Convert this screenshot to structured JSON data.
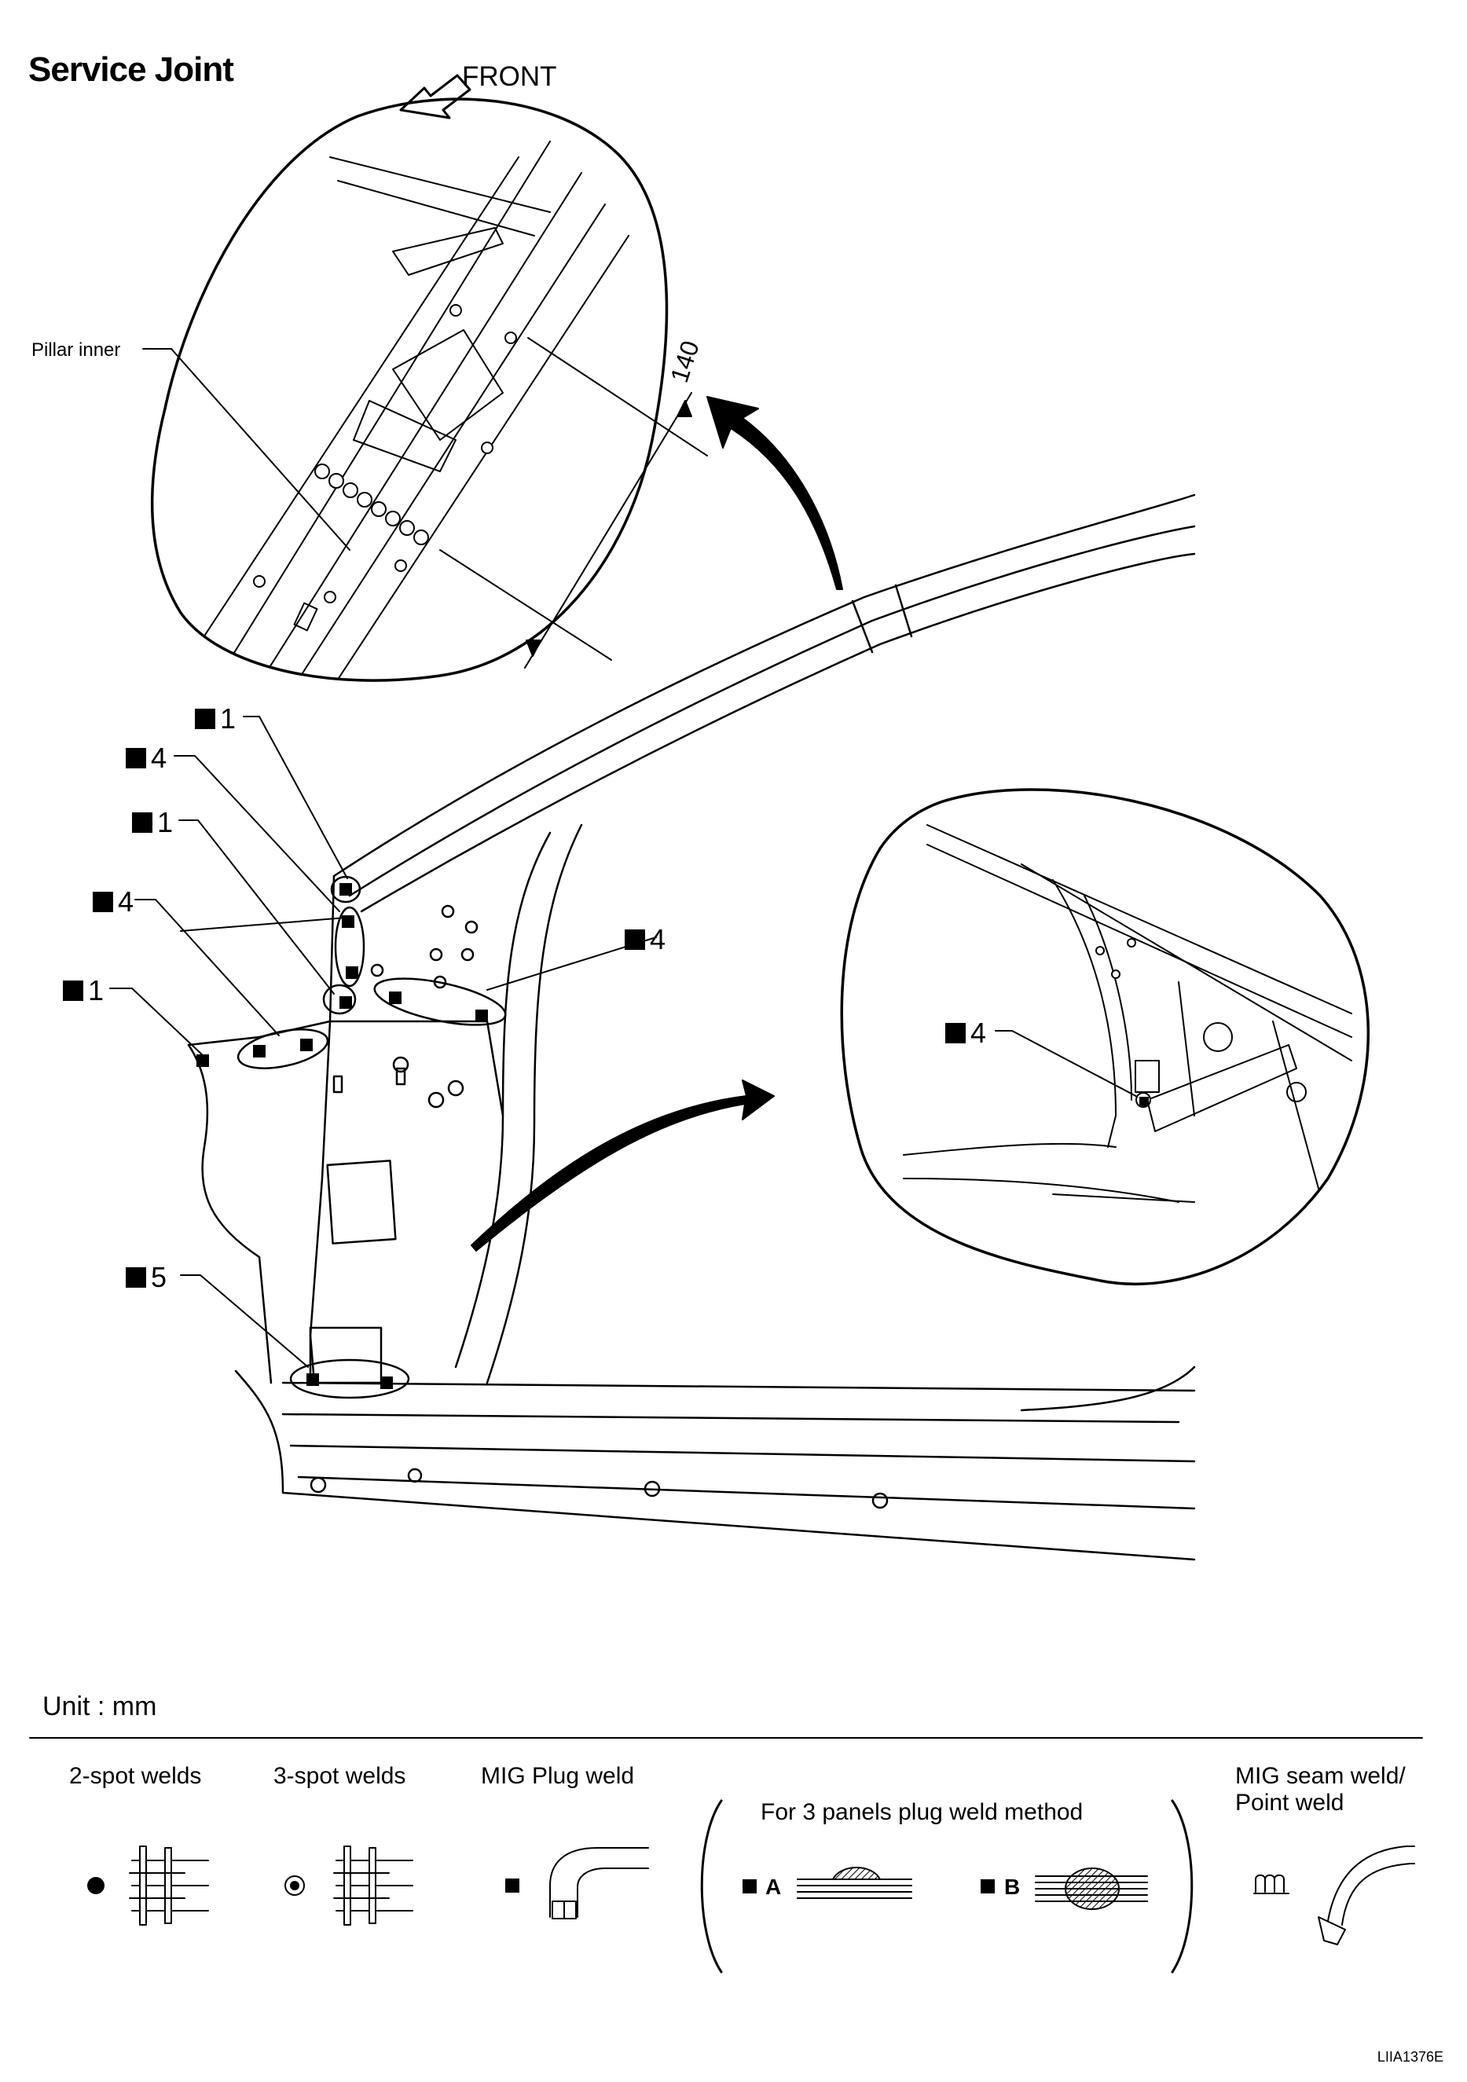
{
  "title": "Service Joint",
  "front_label": "FRONT",
  "pillar_label": "Pillar inner",
  "dimension": "140",
  "weld_callouts": [
    {
      "code": "1"
    },
    {
      "code": "4"
    },
    {
      "code": "1"
    },
    {
      "code": "4"
    },
    {
      "code": "1"
    },
    {
      "code": "4"
    },
    {
      "code": "5"
    },
    {
      "code": "4"
    }
  ],
  "unit_label": "Unit : mm",
  "legend": {
    "two_spot": "2-spot welds",
    "three_spot": "3-spot welds",
    "mig_plug": "MIG Plug weld",
    "three_panels": "For 3 panels plug weld method",
    "method_a": "A",
    "method_b": "B",
    "mig_seam_line1": "MIG seam weld/",
    "mig_seam_line2": "Point weld"
  },
  "figure_id": "LIIA1376E",
  "icons": [
    "front-arrow-icon",
    "pointer-arrow-icon",
    "spot-weld-icon",
    "plug-weld-icon",
    "seam-weld-icon"
  ]
}
